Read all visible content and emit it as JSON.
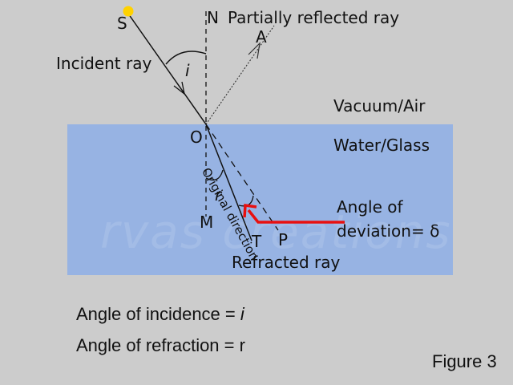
{
  "media_labels": {
    "upper": "Vacuum/Air",
    "lower": "Water/Glass"
  },
  "points": {
    "S": "S",
    "N": "N",
    "A": "A",
    "O": "O",
    "M": "M",
    "T": "T",
    "P": "P"
  },
  "rays": {
    "incident": "Incident ray",
    "reflected": "Partially reflected ray",
    "refracted": "Refracted ray",
    "original_direction": "Original direction"
  },
  "angles": {
    "incidence_symbol": "i",
    "refraction_symbol": "r"
  },
  "deviation": {
    "line1": "Angle of",
    "line2": "deviation= δ"
  },
  "watermark": "rvas creations",
  "captions": {
    "incidence_prefix": "Angle of incidence = ",
    "incidence_symbol": "i",
    "refraction": "Angle of refraction = r",
    "figure": "Figure 3"
  },
  "colors": {
    "water": "#97b3e3",
    "background": "#cccccc",
    "source": "#ffd200",
    "deviation_arrow": "#e81010"
  }
}
